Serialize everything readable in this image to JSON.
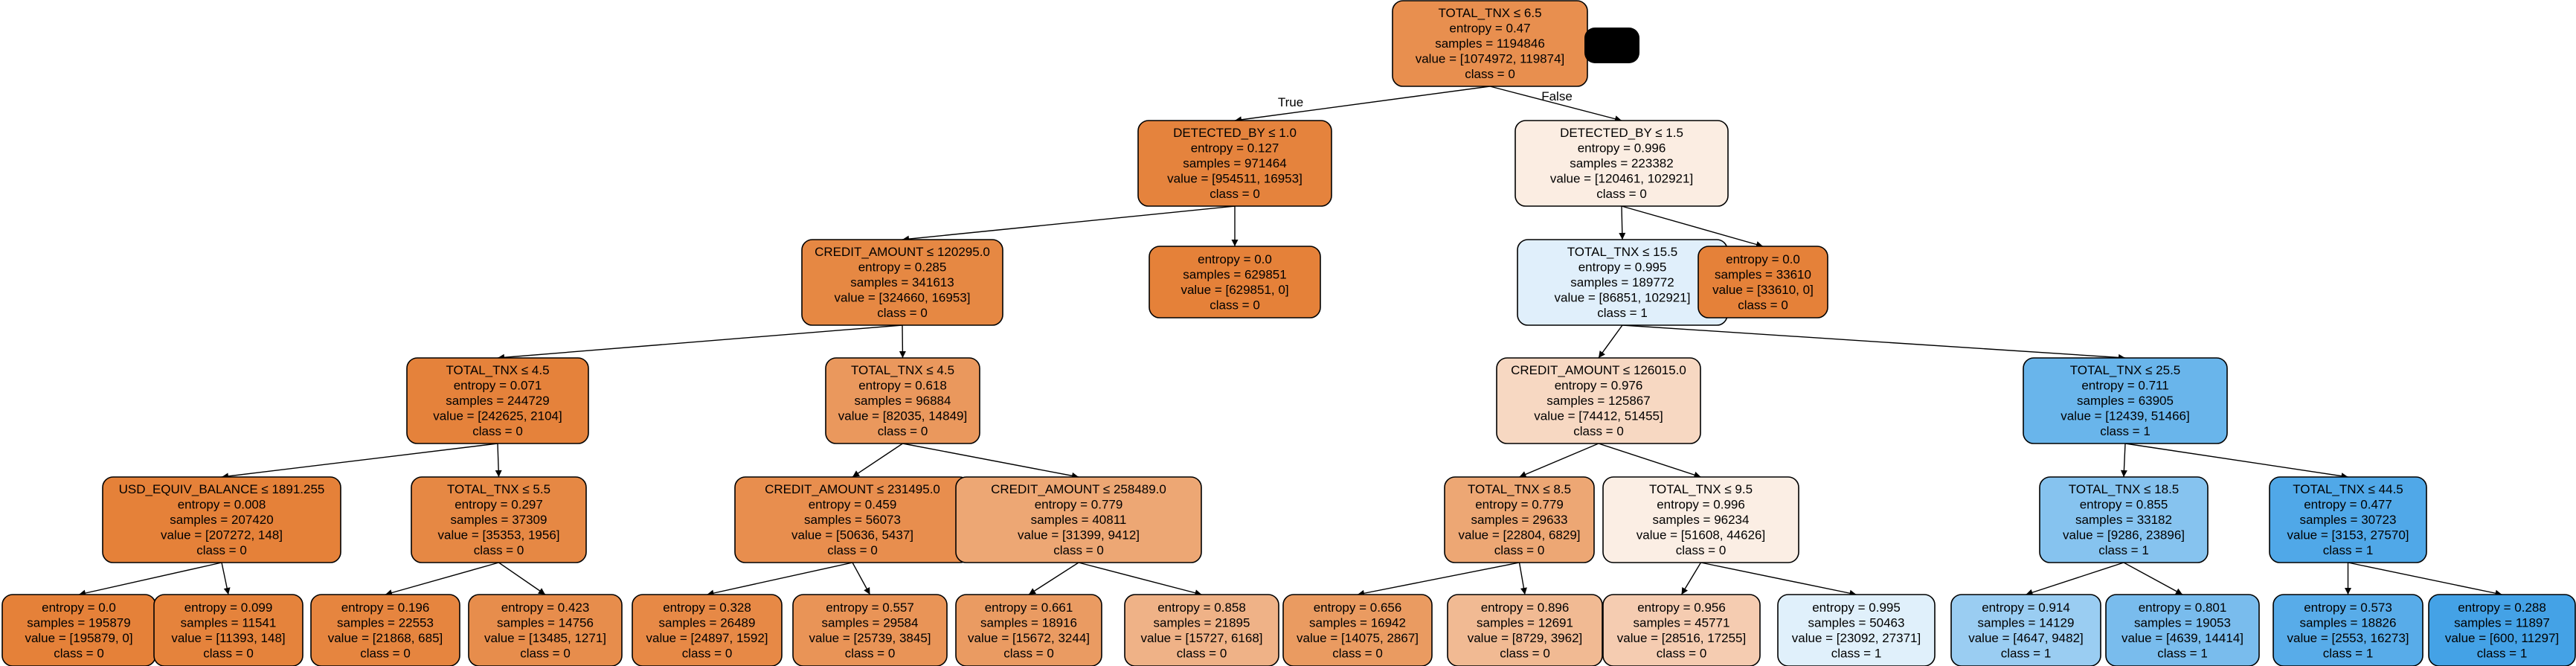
{
  "colors": {
    "class_0_dark": "#e58139",
    "class_1_dark": "#399de5",
    "leaf_badge": "#000000"
  },
  "root_edge_labels": {
    "true_label": "True",
    "false_label": "False"
  },
  "nodes": [
    {
      "id": 0,
      "lines": [
        "TOTAL_TNX ≤ 6.5",
        "entropy = 0.47",
        "samples = 1194846",
        "value = [1074972, 119874]",
        "class = 0"
      ],
      "fill": "#e88f4f"
    },
    {
      "id": 1,
      "lines": [
        "DETECTED_BY ≤ 1.0",
        "entropy = 0.127",
        "samples = 971464",
        "value = [954511, 16953]",
        "class = 0"
      ],
      "fill": "#e5833d"
    },
    {
      "id": 2,
      "lines": [
        "DETECTED_BY ≤ 1.5",
        "entropy = 0.996",
        "samples = 223382",
        "value = [120461, 102921]",
        "class = 0"
      ],
      "fill": "#fbede2"
    },
    {
      "id": 3,
      "lines": [
        "CREDIT_AMOUNT ≤ 120295.0",
        "entropy = 0.285",
        "samples = 341613",
        "value = [324660, 16953]",
        "class = 0"
      ],
      "fill": "#e68843"
    },
    {
      "id": 4,
      "lines": [
        "entropy = 0.0",
        "samples = 629851",
        "value = [629851, 0]",
        "class = 0"
      ],
      "fill": "#e58139"
    },
    {
      "id": 5,
      "lines": [
        "TOTAL_TNX ≤ 15.5",
        "entropy = 0.995",
        "samples = 189772",
        "value = [86851, 102921]",
        "class = 1"
      ],
      "fill": "#e0effb"
    },
    {
      "id": 6,
      "lines": [
        "entropy = 0.0",
        "samples = 33610",
        "value = [33610, 0]",
        "class = 0"
      ],
      "fill": "#e58139"
    },
    {
      "id": 7,
      "lines": [
        "TOTAL_TNX ≤ 4.5",
        "entropy = 0.071",
        "samples = 244729",
        "value = [242625, 2104]",
        "class = 0"
      ],
      "fill": "#e5823b"
    },
    {
      "id": 8,
      "lines": [
        "TOTAL_TNX ≤ 4.5",
        "entropy = 0.618",
        "samples = 96884",
        "value = [82035, 14849]",
        "class = 0"
      ],
      "fill": "#ea985d"
    },
    {
      "id": 9,
      "lines": [
        "CREDIT_AMOUNT ≤ 126015.0",
        "entropy = 0.976",
        "samples = 125867",
        "value = [74412, 51455]",
        "class = 0"
      ],
      "fill": "#f7d8c2"
    },
    {
      "id": 10,
      "lines": [
        "TOTAL_TNX ≤ 25.5",
        "entropy = 0.711",
        "samples = 63905",
        "value = [12439, 51466]",
        "class = 1"
      ],
      "fill": "#69b5eb"
    },
    {
      "id": 11,
      "lines": [
        "USD_EQUIV_BALANCE ≤ 1891.255",
        "entropy = 0.008",
        "samples = 207420",
        "value = [207272, 148]",
        "class = 0"
      ],
      "fill": "#e58139"
    },
    {
      "id": 12,
      "lines": [
        "TOTAL_TNX ≤ 5.5",
        "entropy = 0.297",
        "samples = 37309",
        "value = [35353, 1956]",
        "class = 0"
      ],
      "fill": "#e68844"
    },
    {
      "id": 13,
      "lines": [
        "CREDIT_AMOUNT ≤ 231495.0",
        "entropy = 0.459",
        "samples = 56073",
        "value = [50636, 5437]",
        "class = 0"
      ],
      "fill": "#e88e4e"
    },
    {
      "id": 14,
      "lines": [
        "CREDIT_AMOUNT ≤ 258489.0",
        "entropy = 0.779",
        "samples = 40811",
        "value = [31399, 9412]",
        "class = 0"
      ],
      "fill": "#eda774"
    },
    {
      "id": 15,
      "lines": [
        "TOTAL_TNX ≤ 8.5",
        "entropy = 0.779",
        "samples = 29633",
        "value = [22804, 6829]",
        "class = 0"
      ],
      "fill": "#eda774"
    },
    {
      "id": 16,
      "lines": [
        "TOTAL_TNX ≤ 9.5",
        "entropy = 0.996",
        "samples = 96234",
        "value = [51608, 44626]",
        "class = 0"
      ],
      "fill": "#fbeee4"
    },
    {
      "id": 17,
      "lines": [
        "TOTAL_TNX ≤ 18.5",
        "entropy = 0.855",
        "samples = 33182",
        "value = [9286, 23896]",
        "class = 1"
      ],
      "fill": "#86c3ef"
    },
    {
      "id": 18,
      "lines": [
        "TOTAL_TNX ≤ 44.5",
        "entropy = 0.477",
        "samples = 30723",
        "value = [3153, 27570]",
        "class = 1"
      ],
      "fill": "#50a8e8"
    },
    {
      "id": 19,
      "lines": [
        "entropy = 0.0",
        "samples = 195879",
        "value = [195879, 0]",
        "class = 0"
      ],
      "fill": "#e58139"
    },
    {
      "id": 20,
      "lines": [
        "entropy = 0.099",
        "samples = 11541",
        "value = [11393, 148]",
        "class = 0"
      ],
      "fill": "#e5833c"
    },
    {
      "id": 21,
      "lines": [
        "entropy = 0.196",
        "samples = 22553",
        "value = [21868, 685]",
        "class = 0"
      ],
      "fill": "#e6853f"
    },
    {
      "id": 22,
      "lines": [
        "entropy = 0.423",
        "samples = 14756",
        "value = [13485, 1271]",
        "class = 0"
      ],
      "fill": "#e78d4c"
    },
    {
      "id": 23,
      "lines": [
        "entropy = 0.328",
        "samples = 26489",
        "value = [24897, 1592]",
        "class = 0"
      ],
      "fill": "#e78946"
    },
    {
      "id": 24,
      "lines": [
        "entropy = 0.557",
        "samples = 29584",
        "value = [25739, 3845]",
        "class = 0"
      ],
      "fill": "#e99457"
    },
    {
      "id": 25,
      "lines": [
        "entropy = 0.661",
        "samples = 18916",
        "value = [15672, 3244]",
        "class = 0"
      ],
      "fill": "#ea9b62"
    },
    {
      "id": 26,
      "lines": [
        "entropy = 0.858",
        "samples = 21895",
        "value = [15727, 6168]",
        "class = 0"
      ],
      "fill": "#efb287"
    },
    {
      "id": 27,
      "lines": [
        "entropy = 0.656",
        "samples = 16942",
        "value = [14075, 2867]",
        "class = 0"
      ],
      "fill": "#ea9b61"
    },
    {
      "id": 28,
      "lines": [
        "entropy = 0.896",
        "samples = 12691",
        "value = [8729, 3962]",
        "class = 0"
      ],
      "fill": "#f1ba93"
    },
    {
      "id": 29,
      "lines": [
        "entropy = 0.956",
        "samples = 45771",
        "value = [28516, 17255]",
        "class = 0"
      ],
      "fill": "#f5ccb1"
    },
    {
      "id": 30,
      "lines": [
        "entropy = 0.995",
        "samples = 50463",
        "value = [23092, 27371]",
        "class = 1"
      ],
      "fill": "#e0f0fb"
    },
    {
      "id": 31,
      "lines": [
        "entropy = 0.914",
        "samples = 14129",
        "value = [4647, 9482]",
        "class = 1"
      ],
      "fill": "#9acdf2"
    },
    {
      "id": 32,
      "lines": [
        "entropy = 0.801",
        "samples = 19053",
        "value = [4639, 14414]",
        "class = 1"
      ],
      "fill": "#79bced"
    },
    {
      "id": 33,
      "lines": [
        "entropy = 0.573",
        "samples = 18826",
        "value = [2553, 16273]",
        "class = 1"
      ],
      "fill": "#58ace9"
    },
    {
      "id": 34,
      "lines": [
        "entropy = 0.288",
        "samples = 11897",
        "value = [600, 11297]",
        "class = 1"
      ],
      "fill": "#44a2e6"
    }
  ],
  "edges": [
    [
      0,
      1
    ],
    [
      0,
      2
    ],
    [
      1,
      3
    ],
    [
      1,
      4
    ],
    [
      2,
      5
    ],
    [
      2,
      6
    ],
    [
      3,
      7
    ],
    [
      3,
      8
    ],
    [
      5,
      9
    ],
    [
      5,
      10
    ],
    [
      7,
      11
    ],
    [
      7,
      12
    ],
    [
      8,
      13
    ],
    [
      8,
      14
    ],
    [
      9,
      15
    ],
    [
      9,
      16
    ],
    [
      10,
      17
    ],
    [
      10,
      18
    ],
    [
      11,
      19
    ],
    [
      11,
      20
    ],
    [
      12,
      21
    ],
    [
      12,
      22
    ],
    [
      13,
      23
    ],
    [
      13,
      24
    ],
    [
      14,
      25
    ],
    [
      14,
      26
    ],
    [
      15,
      27
    ],
    [
      15,
      28
    ],
    [
      16,
      29
    ],
    [
      16,
      30
    ],
    [
      17,
      31
    ],
    [
      17,
      32
    ],
    [
      18,
      33
    ],
    [
      18,
      34
    ]
  ]
}
